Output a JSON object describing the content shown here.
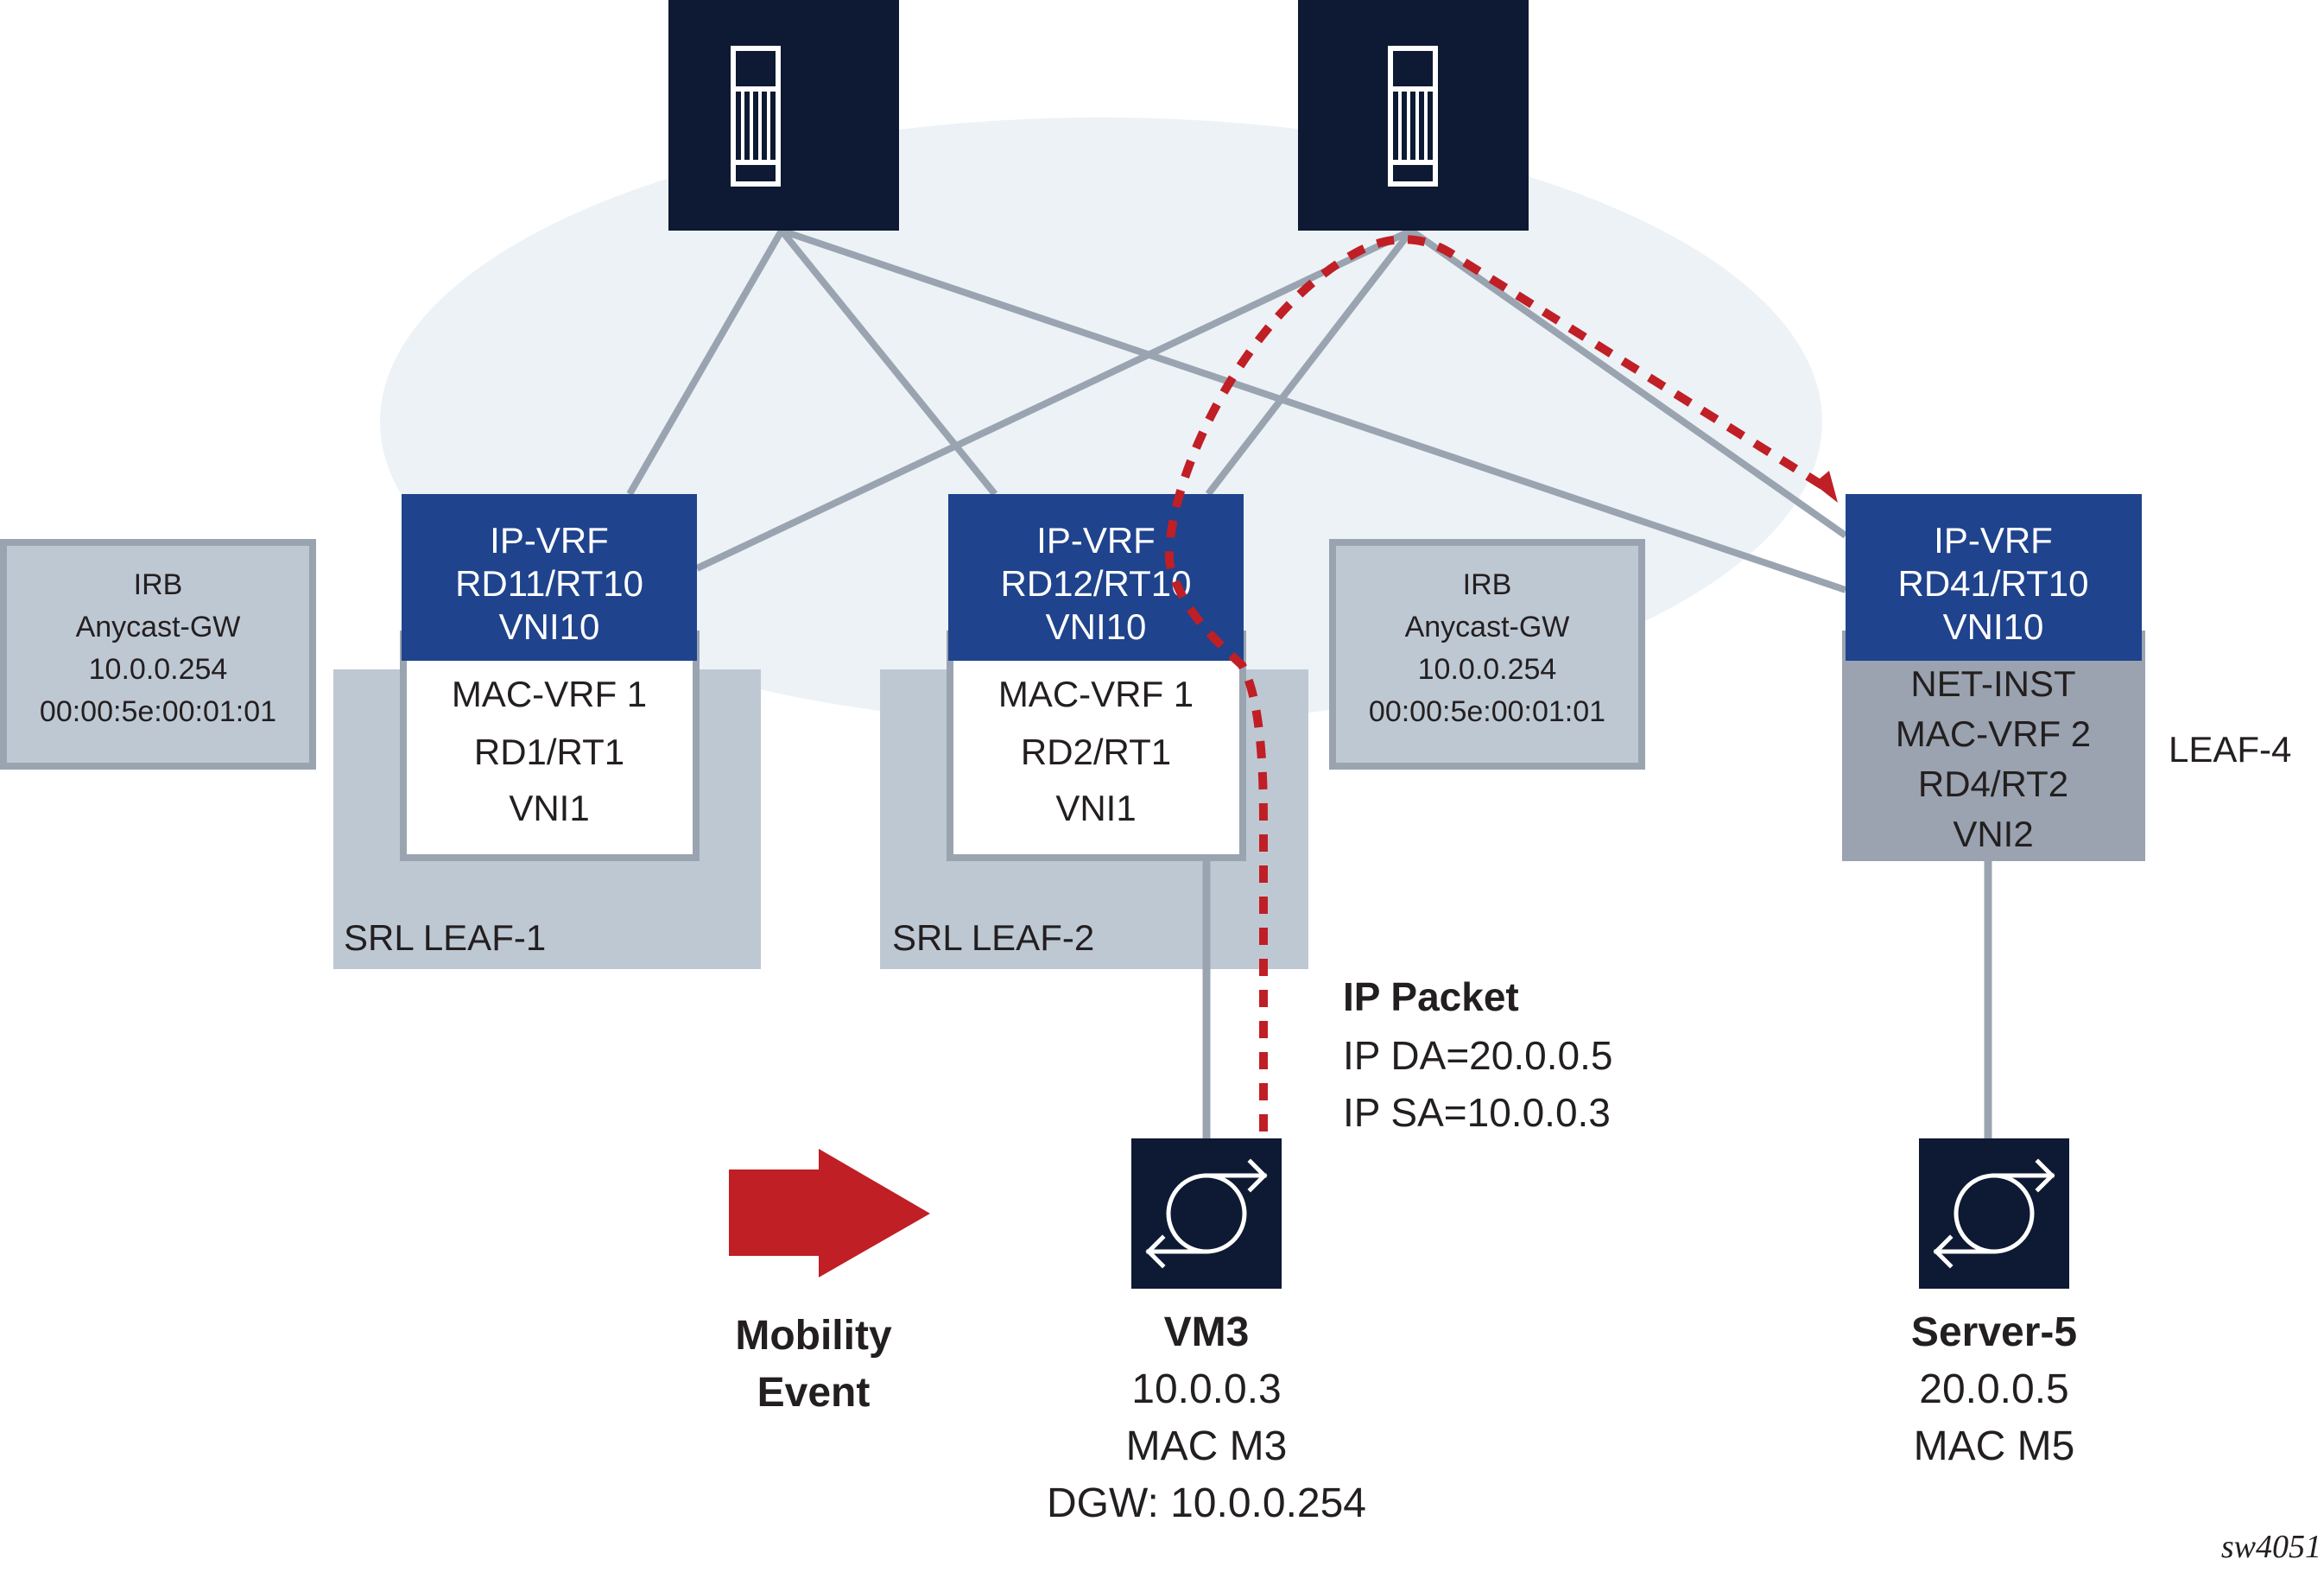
{
  "colors": {
    "navy": "#0e1933",
    "vrf_blue": "#1f438d",
    "link_gray": "#9aa4b1",
    "leaf_bg": "#bec8d3",
    "fabric_ellipse": "#edf2f7",
    "mobility_red": "#bf1f25",
    "net_inst_gray": "#9aa3af",
    "text_dark": "#231f20"
  },
  "spines": [
    {
      "id": "spine-1",
      "icon": "chassis-router-icon"
    },
    {
      "id": "spine-2",
      "icon": "chassis-router-icon"
    }
  ],
  "leaves": [
    {
      "name": "SRL LEAF-1",
      "ip_vrf": [
        "IP-VRF",
        "RD11/RT10",
        "VNI10"
      ],
      "mac_vrf": [
        "MAC-VRF 1",
        "RD1/RT1",
        "VNI1"
      ]
    },
    {
      "name": "SRL LEAF-2",
      "ip_vrf": [
        "IP-VRF",
        "RD12/RT10",
        "VNI10"
      ],
      "mac_vrf": [
        "MAC-VRF 1",
        "RD2/RT1",
        "VNI1"
      ]
    },
    {
      "name": "LEAF-4",
      "ip_vrf": [
        "IP-VRF",
        "RD41/RT10",
        "VNI10"
      ],
      "mac_vrf": [
        "NET-INST",
        "MAC-VRF 2",
        "RD4/RT2",
        "VNI2"
      ]
    }
  ],
  "irb_boxes": [
    {
      "lines": [
        "IRB",
        "Anycast-GW",
        "10.0.0.254",
        "00:00:5e:00:01:01"
      ]
    },
    {
      "lines": [
        "IRB",
        "Anycast-GW",
        "10.0.0.254",
        "00:00:5e:00:01:01"
      ]
    }
  ],
  "packet": {
    "title": "IP Packet",
    "lines": [
      "IP DA=20.0.0.5",
      "IP SA=10.0.0.3"
    ]
  },
  "mobility_event": {
    "lines": [
      "Mobility",
      "Event"
    ],
    "icon": "right-arrow-icon"
  },
  "hosts": [
    {
      "name": "VM3",
      "icon": "virtual-machine-icon",
      "lines": [
        "10.0.0.3",
        "MAC M3",
        "DGW: 10.0.0.254"
      ]
    },
    {
      "name": "Server-5",
      "icon": "server-icon",
      "lines": [
        "20.0.0.5",
        "MAC M5"
      ]
    }
  ],
  "figure_id": "sw4051"
}
